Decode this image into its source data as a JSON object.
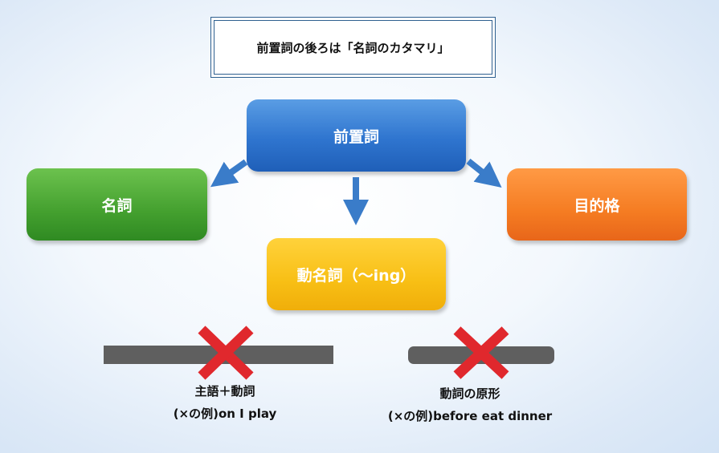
{
  "title": "前置詞の後ろは「名詞のカタマリ」",
  "nodes": {
    "main": "前置詞",
    "noun": "名詞",
    "object": "目的格",
    "gerund": "動名詞（～ing）"
  },
  "wrong_examples": [
    {
      "label": "主語＋動詞",
      "example": "(×の例)on I play"
    },
    {
      "label": "動詞の原形",
      "example": "(×の例)before eat dinner"
    }
  ],
  "colors": {
    "main": "#2f75cf",
    "noun": "#44a02f",
    "object": "#f57c22",
    "gerund": "#f8bf15",
    "arrow": "#3a7cc9",
    "cross": "#e0282d",
    "bar": "#5f5f5f"
  },
  "icons": [
    "arrow-icon",
    "cross-icon"
  ]
}
